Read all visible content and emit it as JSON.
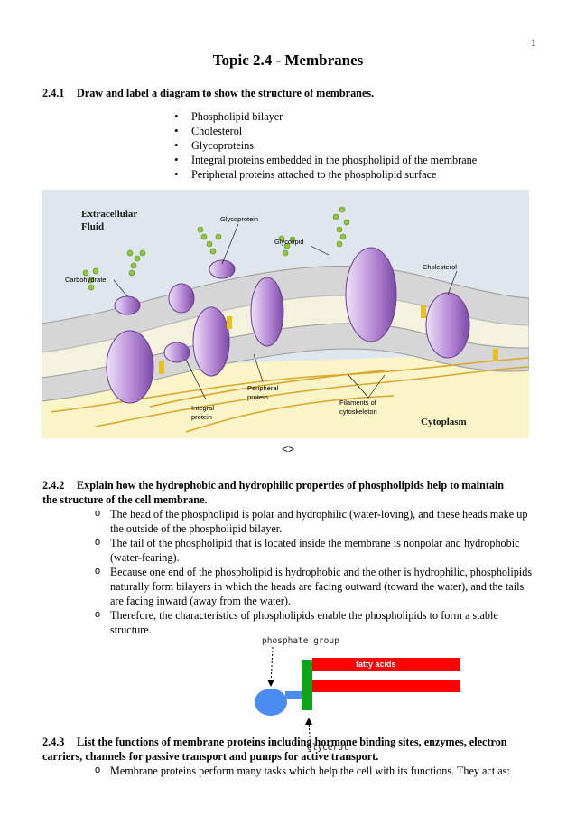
{
  "page_number": "1",
  "title": "Topic 2.4 - Membranes",
  "section_241": {
    "number": "2.4.1",
    "heading": "Draw and label a diagram to show the structure of membranes.",
    "bullets": [
      "Phospholipid bilayer",
      "Cholesterol",
      "Glycoproteins",
      "Integral proteins embedded in the phospholipid of the membrane",
      "Peripheral proteins attached to the phospholipid surface"
    ]
  },
  "membrane_diagram": {
    "region_top": [
      "Extracellular",
      "Fluid"
    ],
    "region_bottom": "Cytoplasm",
    "labels": {
      "glycoprotein": "Glycoprotein",
      "glycolipid": "Glycolipid",
      "carbohydrate": "Carbohydrate",
      "cholesterol": "Cholesterol",
      "peripheral": [
        "Peripheral",
        "protein"
      ],
      "integral": [
        "Integral",
        "protein"
      ],
      "filaments": [
        "Filaments of",
        "cytoskeleton"
      ]
    },
    "colors": {
      "top_bg": "#dfe6ee",
      "bottom_bg": "#fbf4c7",
      "protein": "#b68ad6",
      "glycan": "#8ec63f",
      "cholesterol": "#e6c21a",
      "filament": "#d9a62a"
    }
  },
  "diagram_caption": "<>",
  "section_242": {
    "number": "2.4.2",
    "heading_line1": "Explain how the hydrophobic and hydrophilic properties of phospholipids help to maintain",
    "heading_line2": "the structure of the cell membrane.",
    "points": [
      "The head of the phospholipid is polar and hydrophilic (water-loving), and these heads make up the outside of the phospholipid bilayer.",
      "The tail of the phospholipid that is located inside the membrane is nonpolar and hydrophobic (water-fearing).",
      "Because one end of the phospholipid is hydrophobic and the other is hydrophilic, phospholipids naturally form bilayers in which the heads are facing outward (toward the water), and the tails are facing inward (away from the water).",
      "Therefore, the characteristics of phospholipids enable the phospholipids to form a stable structure."
    ]
  },
  "phospholipid_diagram": {
    "phosphate_label": "phosphate group",
    "fatty_label": "fatty acids",
    "glycerol_label": "glycerol",
    "colors": {
      "head": "#4a8cf0",
      "glycerol": "#0ea41a",
      "tail": "#ff0000"
    }
  },
  "section_243": {
    "number": "2.4.3",
    "heading_line1": "List the functions of membrane proteins including hormone binding sites, enzymes, electron",
    "heading_line2": "carriers, channels for passive transport and pumps for active transport.",
    "points": [
      "Membrane proteins perform many tasks which help the cell with its functions. They act as:"
    ]
  }
}
